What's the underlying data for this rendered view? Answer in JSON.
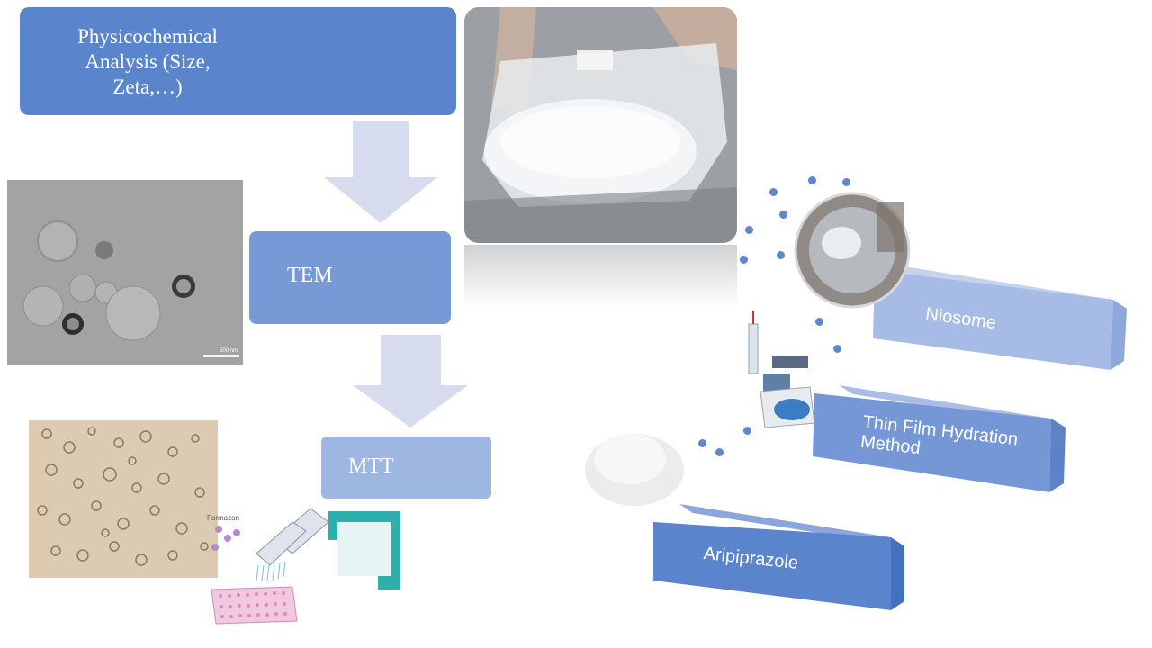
{
  "flow": {
    "physicochemical": "Physicochemical Analysis (Size, Zeta,…)",
    "tem": "TEM",
    "mtt": "MTT"
  },
  "steps": {
    "niosome": "Niosome",
    "thin_film": "Thin Film Hydration Method",
    "aripiprazole": "Aripiprazole"
  },
  "image_labels": {
    "tem_scale": "500 nm",
    "formazan": "Formazan"
  },
  "colors": {
    "dark_blue": "#5a84cc",
    "mid_blue": "#7799d6",
    "light_blue": "#9db6e2",
    "arrow_fill": "#d6dcee"
  }
}
